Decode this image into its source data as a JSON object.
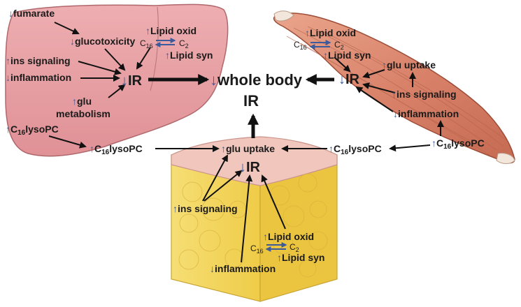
{
  "colors": {
    "liver_fill": "#e39a9f",
    "liver_stroke": "#b0676c",
    "muscle_fill": "#d9826a",
    "muscle_stroke": "#9c4b36",
    "fat_fill": "#f1d45a",
    "fat_top": "#f0c6bd",
    "arrow": "#111111",
    "indicator": "#3d5a9a"
  },
  "symbols": {
    "up": "↑",
    "down": "↓"
  },
  "center": {
    "whole_body": "whole body",
    "ir": "IR"
  },
  "liver": {
    "fumarate": "fumarate",
    "glucotoxicity": "glucotoxicity",
    "ins_signaling": "ins signaling",
    "inflammation": "inflammation",
    "glu": "glu",
    "metabolism": "metabolism",
    "ir": "IR",
    "lipid_oxid": "Lipid oxid",
    "lipid_syn": "Lipid syn",
    "c16": "C",
    "c16_sub": "16",
    "c2": "C",
    "c2_sub": "2",
    "lysopc_c": "C",
    "lysopc_sub": "16",
    "lysopc_rest": "lysoPC"
  },
  "muscle": {
    "lipid_oxid": "Lipid oxid",
    "lipid_syn": "Lipid syn",
    "c16": "C",
    "c16_sub": "16",
    "c2": "C",
    "c2_sub": "2",
    "ir": "IR",
    "glu_uptake": "glu uptake",
    "ins_signaling": "ins signaling",
    "inflammation": "inflammation",
    "lysopc_c": "C",
    "lysopc_sub": "16",
    "lysopc_rest": "lysoPC"
  },
  "middle": {
    "lysopc_left_c": "C",
    "lysopc_left_sub": "16",
    "lysopc_left_rest": "lysoPC",
    "lysopc_right_c": "C",
    "lysopc_right_sub": "16",
    "lysopc_right_rest": "lysoPC"
  },
  "adipose": {
    "glu_uptake": "glu uptake",
    "ir": "IR",
    "ins_signaling": "ins signaling",
    "lipid_oxid": "Lipid oxid",
    "lipid_syn": "Lipid syn",
    "c16": "C",
    "c16_sub": "16",
    "c2": "C",
    "c2_sub": "2",
    "inflammation": "inflammation"
  }
}
